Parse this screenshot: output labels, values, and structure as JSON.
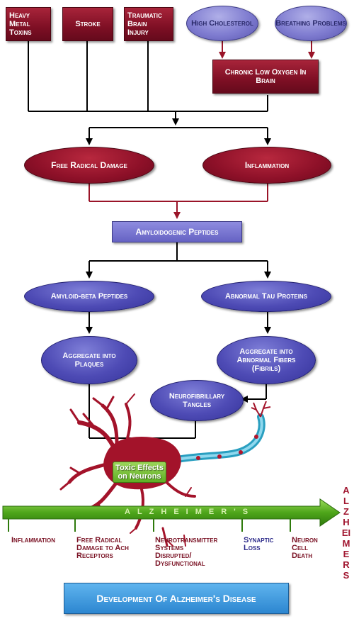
{
  "causes": {
    "heavy_metal": "Heavy Metal Toxins",
    "stroke": "Stroke",
    "tbi": "Traumatic Brain Injury",
    "cholesterol": "High Cholesterol",
    "breathing": "Breathing Problems",
    "low_oxygen": "Chronic Low Oxygen In Brain"
  },
  "mechanisms": {
    "free_radical": "Free Radical Damage",
    "inflammation": "Inflammation",
    "amyloidogenic": "Amyloidogenic Peptides",
    "amyloid_beta": "Amyloid-beta Peptides",
    "tau": "Abnormal Tau Proteins",
    "plaques": "Aggregate into Plaques",
    "fibrils": "Aggregate into Abnormal Fibers (Fibrils)",
    "tangles": "Neurofibrillary Tangles",
    "toxic": "Toxic Effects on Neurons"
  },
  "timeline": {
    "label": "ALZHEIMER'S",
    "vertical": "ALZHEIMERS",
    "stages": [
      "Inflammation",
      "Free Radical\nDamage to Ach\nReceptors",
      "Neurotransmitter\nSystems\nDisrupted/\nDysfunctional",
      "Synaptic\nLoss",
      "Neuron\nCell\nDeath"
    ]
  },
  "title": "Development Of Alzheimer's Disease",
  "colors": {
    "dark_red": "#7e0f24",
    "purple": "#7f7cd0",
    "green": "#5fae24",
    "blue": "#2c86d0"
  }
}
